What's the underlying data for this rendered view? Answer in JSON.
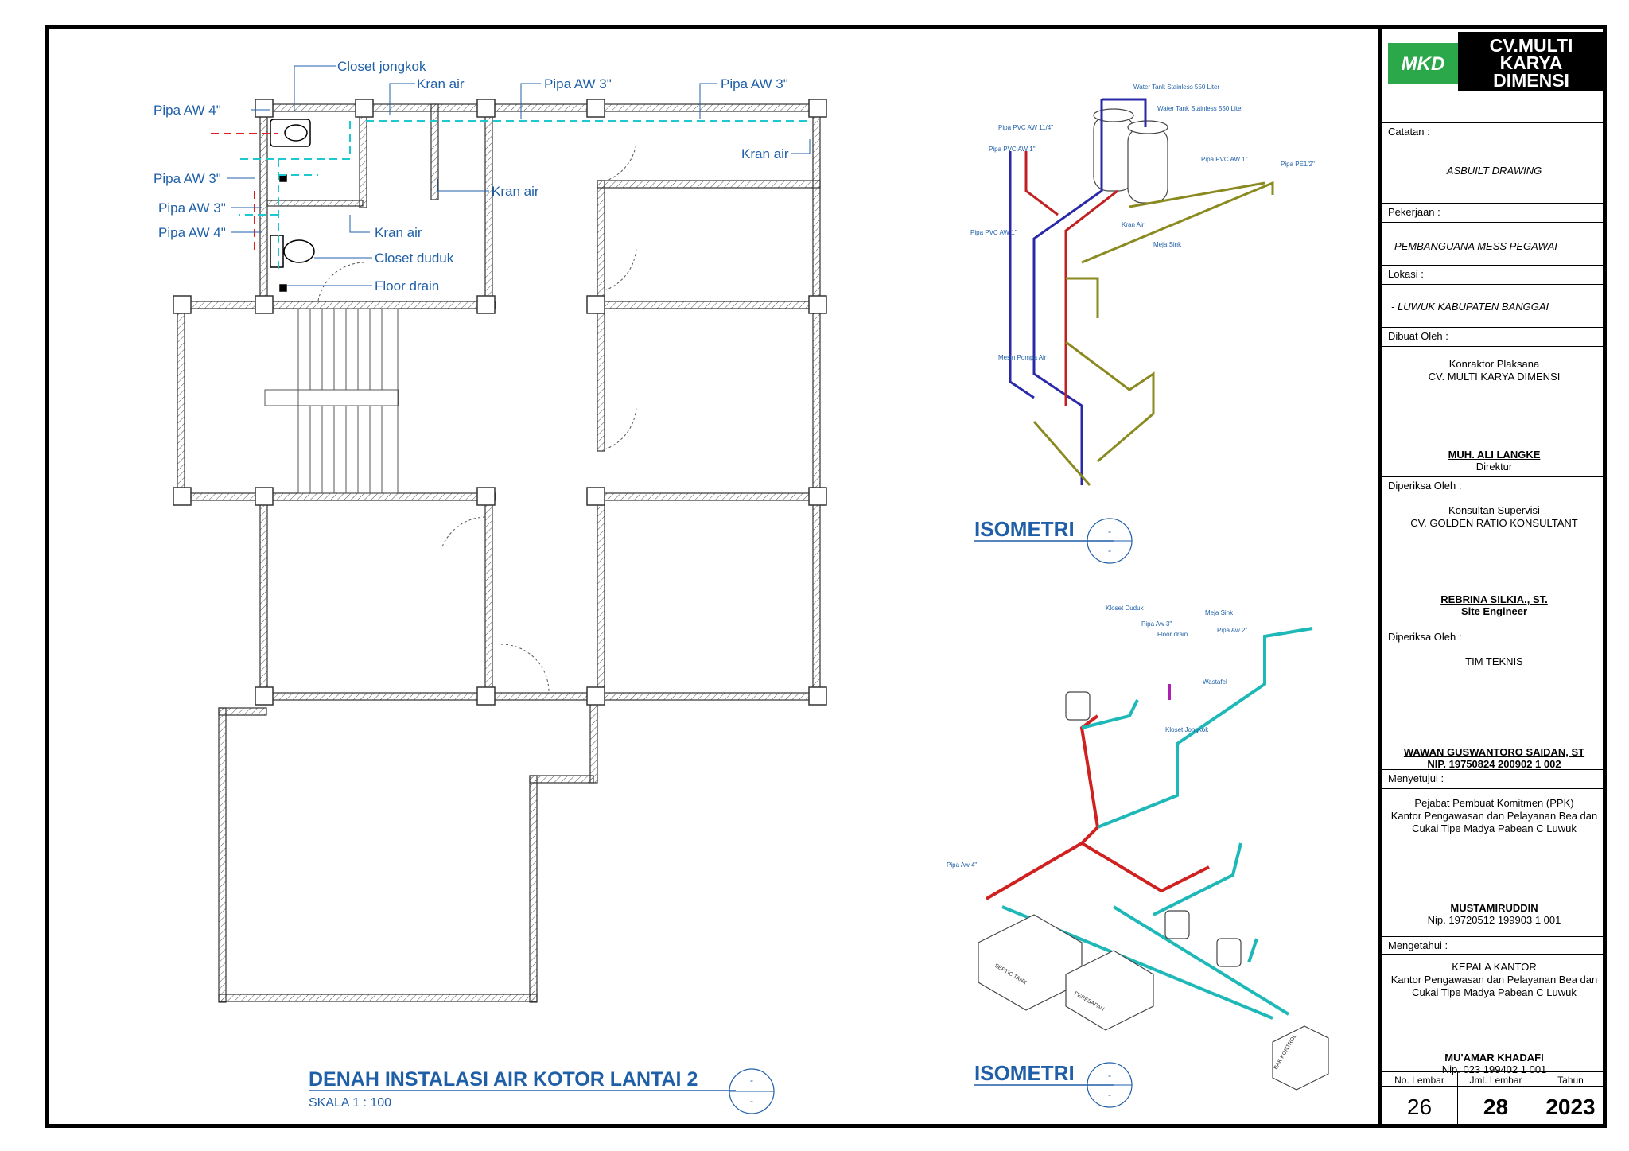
{
  "plan": {
    "title": "DENAH INSTALASI AIR KOTOR LANTAI 2",
    "scale": "SKALA 1 : 100",
    "marker_top": "-",
    "marker_bottom": "-",
    "labels": {
      "closet_jongkok": "Closet jongkok",
      "kran_air_1": "Kran air",
      "pipa_aw3_a": "Pipa AW 3\"",
      "pipa_aw3_b": "Pipa AW 3\"",
      "pipa_aw4_a": "Pipa AW 4\"",
      "kran_air_2": "Kran air",
      "pipa_aw3_c": "Pipa AW 3\"",
      "kran_air_3": "Kran air",
      "pipa_aw3_d": "Pipa AW 3\"",
      "pipa_aw4_b": "Pipa AW 4\"",
      "kran_air_4": "Kran air",
      "closet_duduk": "Closet duduk",
      "floor_drain": "Floor drain"
    }
  },
  "isometri_1": {
    "title": "ISOMETRI",
    "marker_top": "-",
    "marker_bottom": "-",
    "labels": {
      "tank1": "Water Tank Stainless 550 Liter",
      "tank2": "Water Tank Stainless 550 Liter",
      "pvc114": "Pipa PVC AW 11/4\"",
      "pvc1a": "Pipa PVC AW 1\"",
      "pvc1b": "Pipa PVC AW 1\"",
      "pe12": "Pipa PE1/2\"",
      "kran_air": "Kran Air",
      "pvc1c": "Pipa PVC AW 1\"",
      "meja_sink": "Meja Sink",
      "mesin_pompa": "Mesin Pompa Air"
    }
  },
  "isometri_2": {
    "title": "ISOMETRI",
    "marker_top": "-",
    "marker_bottom": "-",
    "labels": {
      "kloset_duduk": "Kloset Duduk",
      "meja_sink": "Meja Sink",
      "pipa_aw3": "Pipa Aw 3\"",
      "floor_drain": "Floor drain",
      "pipa_aw2": "Pipa Aw 2\"",
      "wastafel": "Wastafel",
      "kloset_jongkok": "Kloset Jongkok",
      "pipa_aw4": "Pipa Aw 4\"",
      "septic_tank": "SEPTIC TANK",
      "peresapan": "PERESAPAN",
      "bak_kontrol": "BAK KONTROL"
    }
  },
  "title_block": {
    "company_line1": "CV.MULTI",
    "company_line2": "KARYA",
    "company_line3": "DIMENSI",
    "logo_text": "MKD",
    "catatan_label": "Catatan :",
    "catatan_value": "ASBUILT DRAWING",
    "pekerjaan_label": "Pekerjaan :",
    "pekerjaan_value": "- PEMBANGUANA MESS PEGAWAI",
    "lokasi_label": "Lokasi :",
    "lokasi_value": "- LUWUK KABUPATEN BANGGAI",
    "dibuat_label": "Dibuat Oleh :",
    "dibuat_line1": "Konraktor Plaksana",
    "dibuat_line2": "CV. MULTI KARYA DIMENSI",
    "dibuat_name": "MUH. ALI LANGKE",
    "dibuat_role": "Direktur",
    "periksa1_label": "Diperiksa Oleh :",
    "periksa1_line1": "Konsultan  Supervisi",
    "periksa1_line2": "CV. GOLDEN RATIO KONSULTANT",
    "periksa1_name": "REBRINA SILKIA., ST.",
    "periksa1_role": "Site Engineer",
    "periksa2_label": "Diperiksa Oleh :",
    "periksa2_line1": "TIM TEKNIS",
    "periksa2_name": "WAWAN GUSWANTORO SAIDAN, ST",
    "periksa2_nip": "NIP. 19750824 200902 1 002",
    "setuju_label": "Menyetujui :",
    "setuju_line1": "Pejabat Pembuat Komitmen (PPK)",
    "setuju_line2": "Kantor Pengawasan dan Pelayanan Bea dan",
    "setuju_line3": "Cukai Tipe Madya Pabean C Luwuk",
    "setuju_name": "MUSTAMIRUDDIN",
    "setuju_nip": "Nip. 19720512 199903 1 001",
    "ketahui_label": "Mengetahui :",
    "ketahui_line1": "KEPALA KANTOR",
    "ketahui_line2": "Kantor Pengawasan dan Pelayanan Bea dan",
    "ketahui_line3": "Cukai Tipe Madya Pabean C Luwuk",
    "ketahui_name": "MU'AMAR  KHADAFI",
    "ketahui_nip": "Nip. 023 199402 1 001",
    "no_lembar_label": "No. Lembar",
    "no_lembar_value": "26",
    "jml_lembar_label": "Jml. Lembar",
    "jml_lembar_value": "28",
    "tahun_label": "Tahun",
    "tahun_value": "2023"
  }
}
